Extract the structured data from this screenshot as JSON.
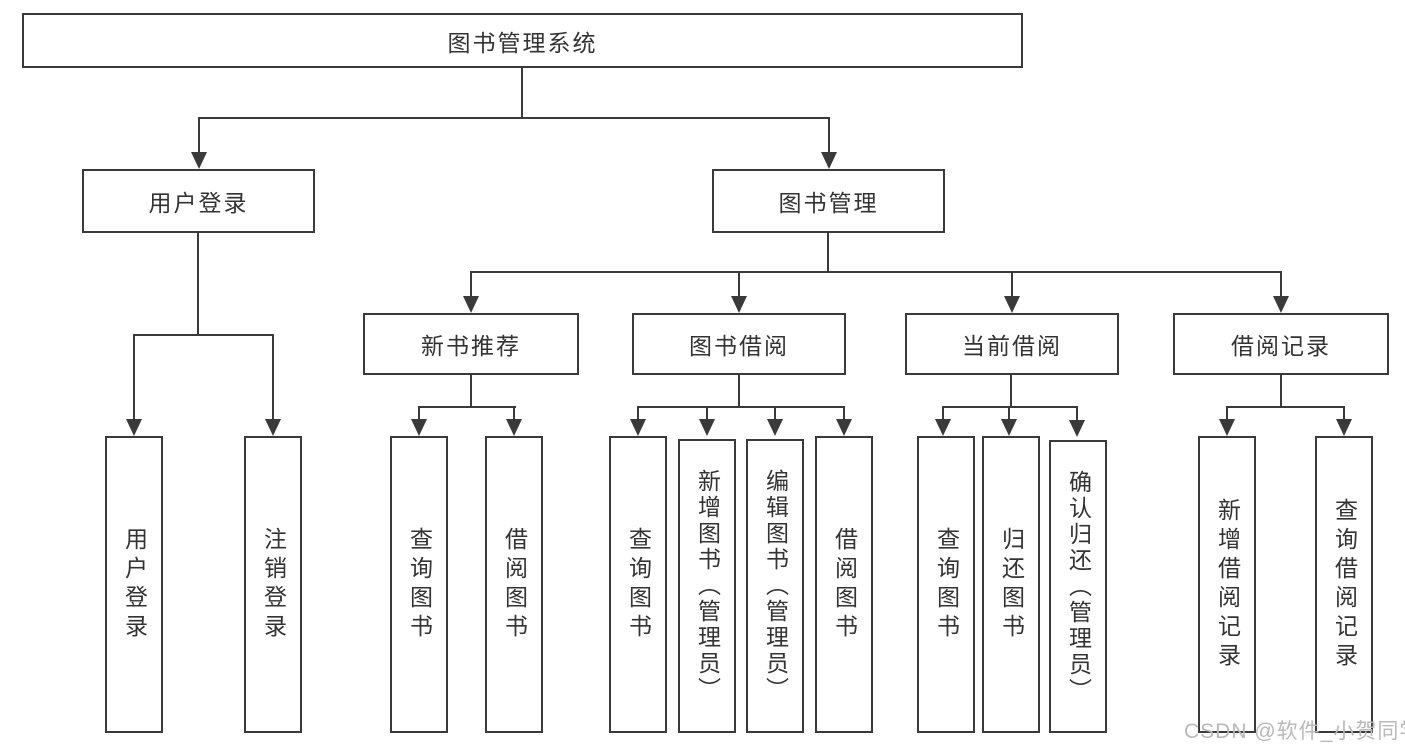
{
  "diagram": {
    "title": "图书管理系统",
    "root": {
      "label": "图书管理系统"
    },
    "level2": [
      {
        "id": "user-login",
        "label": "用户登录"
      },
      {
        "id": "book-management",
        "label": "图书管理"
      }
    ],
    "level3": [
      {
        "id": "new-book-recommend",
        "label": "新书推荐",
        "parent": "图书管理"
      },
      {
        "id": "book-borrowing",
        "label": "图书借阅",
        "parent": "图书管理"
      },
      {
        "id": "current-borrowing",
        "label": "当前借阅",
        "parent": "图书管理"
      },
      {
        "id": "borrowing-records",
        "label": "借阅记录",
        "parent": "图书管理"
      }
    ],
    "leaves": [
      {
        "label": "用户登录",
        "parent": "用户登录"
      },
      {
        "label": "注销登录",
        "parent": "用户登录"
      },
      {
        "label": "查询图书",
        "parent": "新书推荐"
      },
      {
        "label": "借阅图书",
        "parent": "新书推荐"
      },
      {
        "label": "查询图书",
        "parent": "图书借阅"
      },
      {
        "label": "新增图书（管理员）",
        "parent": "图书借阅"
      },
      {
        "label": "编辑图书（管理员）",
        "parent": "图书借阅"
      },
      {
        "label": "借阅图书",
        "parent": "图书借阅"
      },
      {
        "label": "查询图书",
        "parent": "当前借阅"
      },
      {
        "label": "归还图书",
        "parent": "当前借阅"
      },
      {
        "label": "确认归还（管理员）",
        "parent": "当前借阅"
      },
      {
        "label": "新增借阅记录",
        "parent": "借阅记录"
      },
      {
        "label": "查询借阅记录",
        "parent": "借阅记录"
      }
    ],
    "watermark": "CSDN @软件_小贺同学",
    "colors": {
      "line": "#3a3a3a",
      "text": "#333333",
      "background": "#ffffff",
      "watermark": "#b9b9b9"
    }
  }
}
